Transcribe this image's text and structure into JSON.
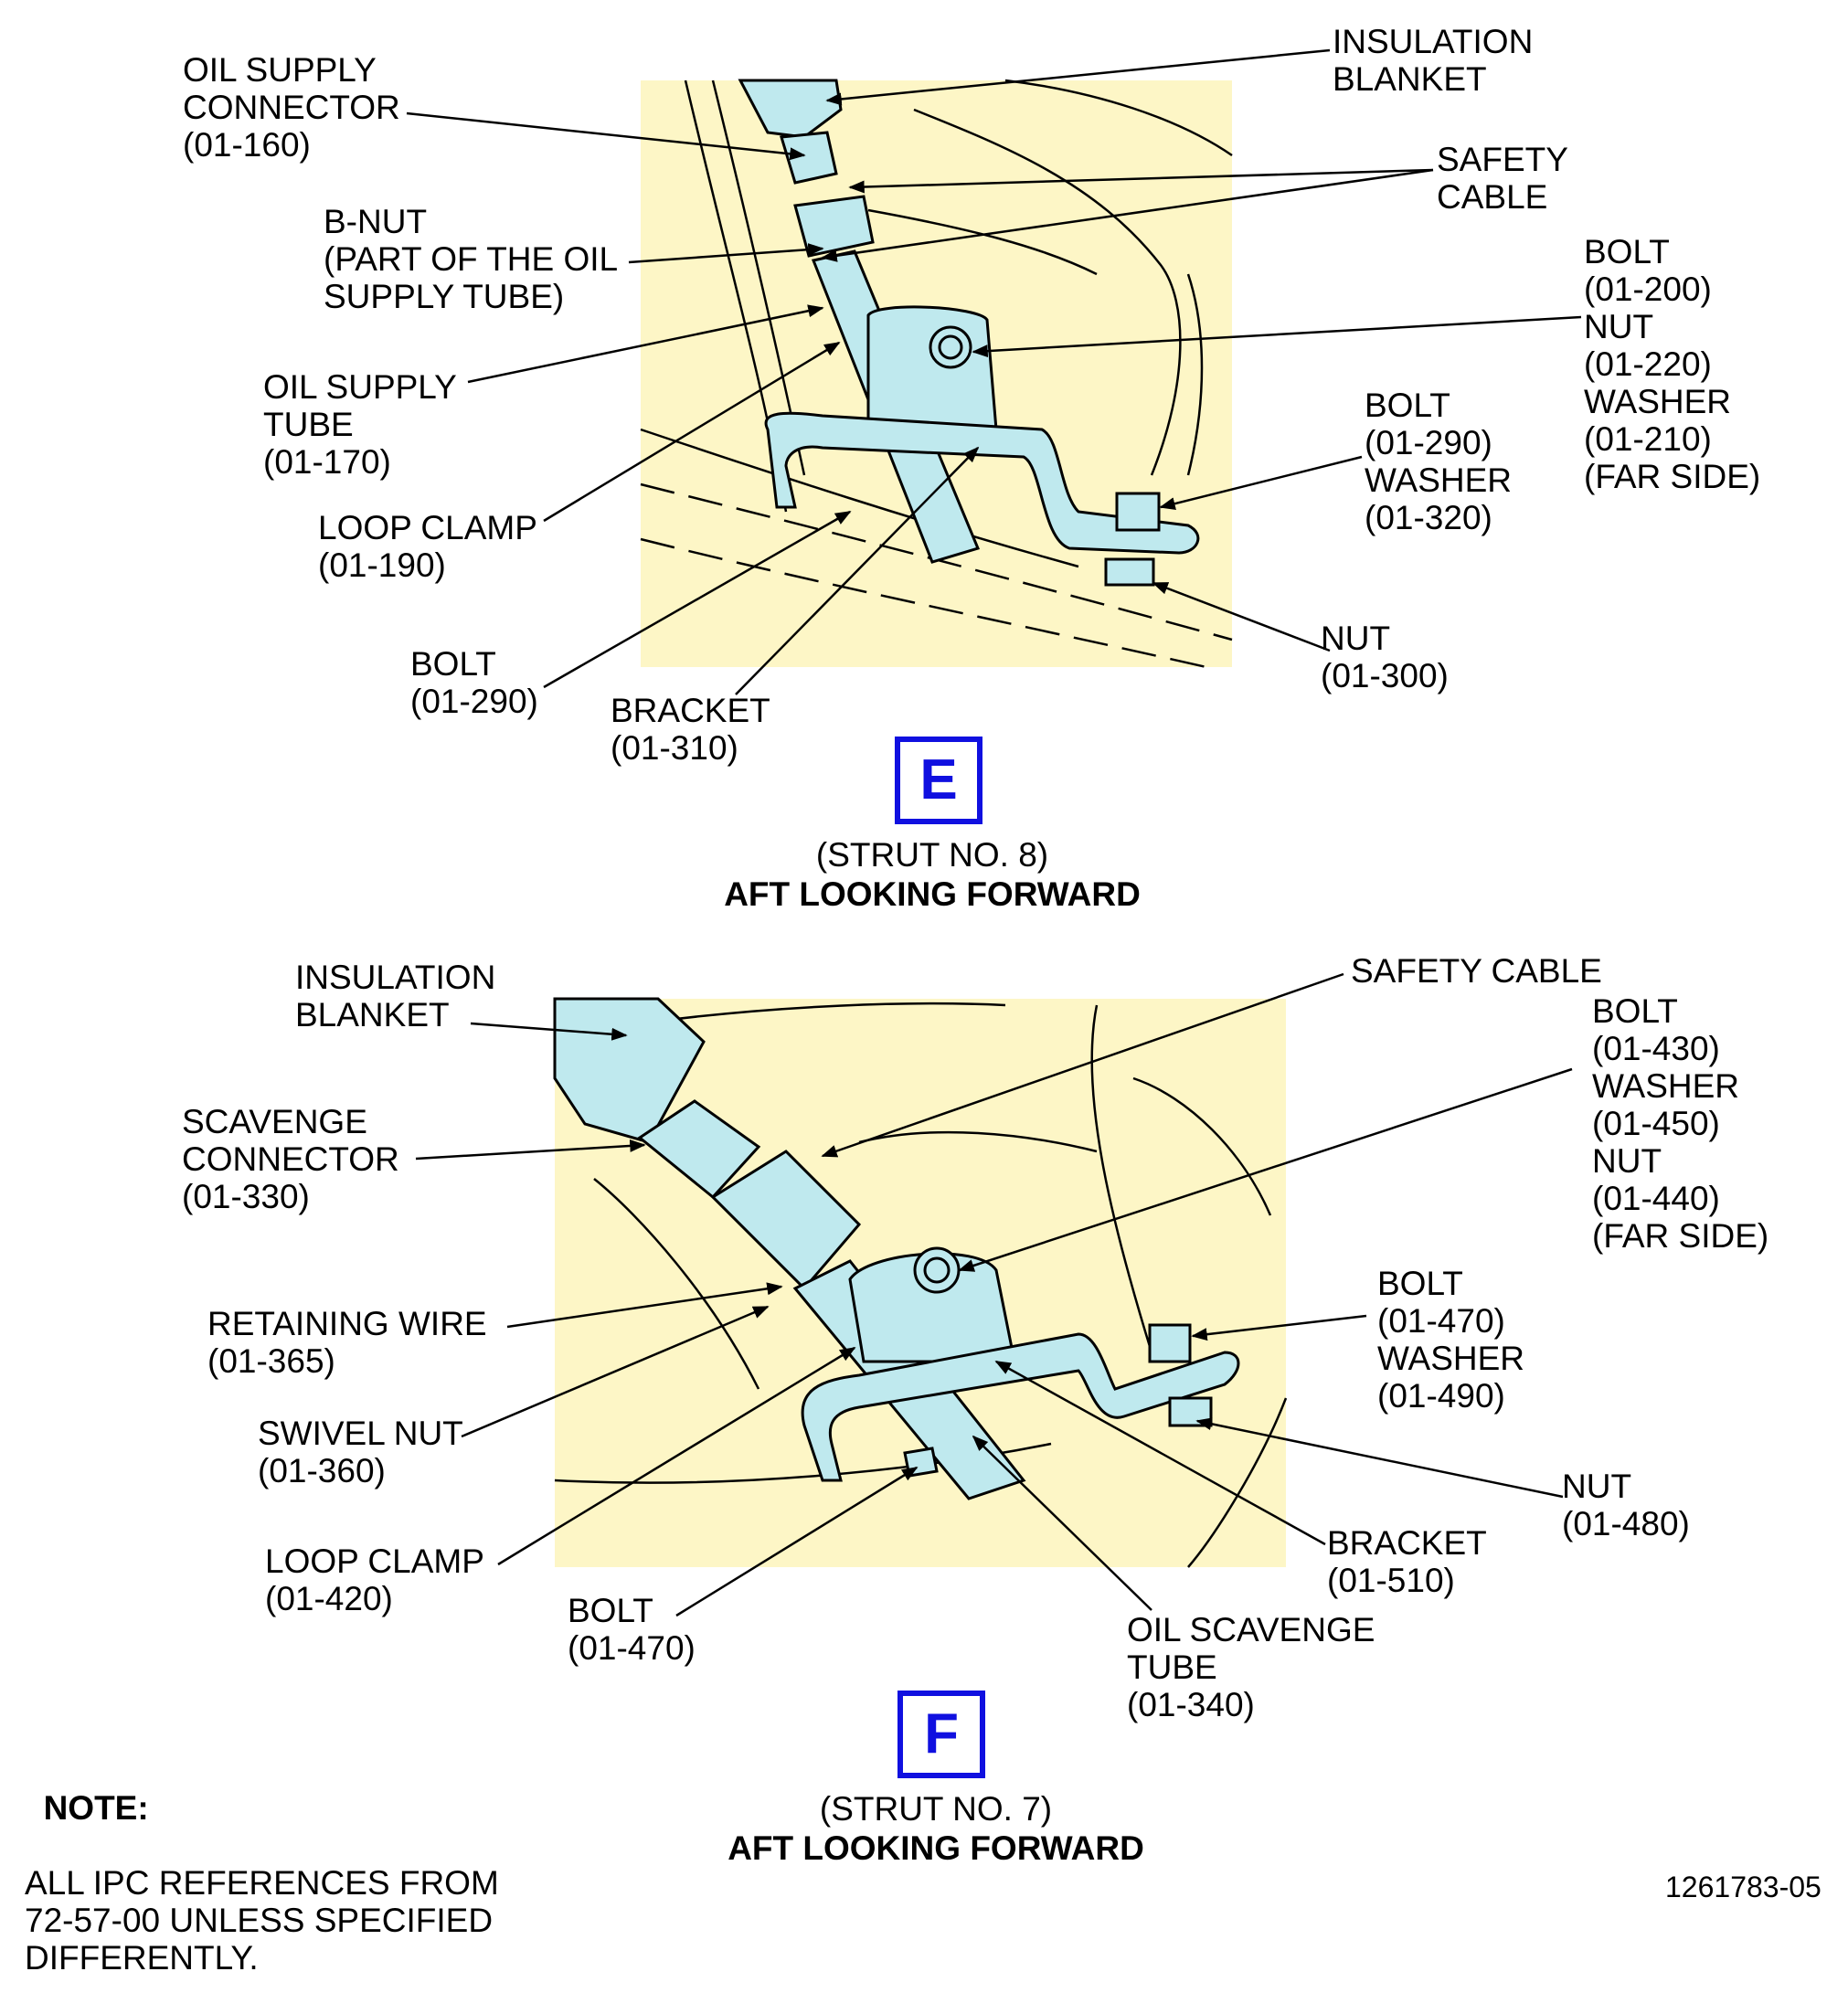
{
  "colors": {
    "background_panel": "#fdf6c6",
    "part_fill": "#bfe9ee",
    "badge": "#1010e0"
  },
  "view_e": {
    "badge": "E",
    "subtitle": "(STRUT NO. 8)",
    "title": "AFT LOOKING FORWARD",
    "labels": {
      "insulation_blanket": "INSULATION\nBLANKET",
      "oil_supply_connector": "OIL SUPPLY\nCONNECTOR\n(01-160)",
      "safety_cable": "SAFETY\nCABLE",
      "b_nut": "B-NUT\n(PART OF THE OIL\nSUPPLY TUBE)",
      "bolt_nut_washer": "BOLT\n(01-200)\nNUT\n(01-220)\nWASHER\n(01-210)\n(FAR SIDE)",
      "oil_supply_tube": "OIL SUPPLY\nTUBE\n(01-170)",
      "bolt_washer": "BOLT\n(01-290)\nWASHER\n(01-320)",
      "loop_clamp": "LOOP CLAMP\n(01-190)",
      "nut": "NUT\n(01-300)",
      "bolt": "BOLT\n(01-290)",
      "bracket": "BRACKET\n(01-310)"
    }
  },
  "view_f": {
    "badge": "F",
    "subtitle": "(STRUT NO. 7)",
    "title": "AFT LOOKING FORWARD",
    "labels": {
      "insulation_blanket": "INSULATION\nBLANKET",
      "safety_cable": "SAFETY CABLE",
      "bolt_washer_nut": "BOLT\n(01-430)\nWASHER\n(01-450)\nNUT\n(01-440)\n(FAR SIDE)",
      "scavenge_connector": "SCAVENGE\nCONNECTOR\n(01-330)",
      "retaining_wire": "RETAINING WIRE\n(01-365)",
      "bolt_washer": "BOLT\n(01-470)\nWASHER\n(01-490)",
      "swivel_nut": "SWIVEL NUT\n(01-360)",
      "nut": "NUT\n(01-480)",
      "loop_clamp": "LOOP CLAMP\n(01-420)",
      "bracket": "BRACKET\n(01-510)",
      "bolt": "BOLT\n(01-470)",
      "oil_scavenge_tube": "OIL SCAVENGE\nTUBE\n(01-340)"
    }
  },
  "note": {
    "heading": "NOTE:",
    "text": "ALL IPC REFERENCES FROM\n72-57-00 UNLESS SPECIFIED\nDIFFERENTLY."
  },
  "figure_id": "1261783-05"
}
